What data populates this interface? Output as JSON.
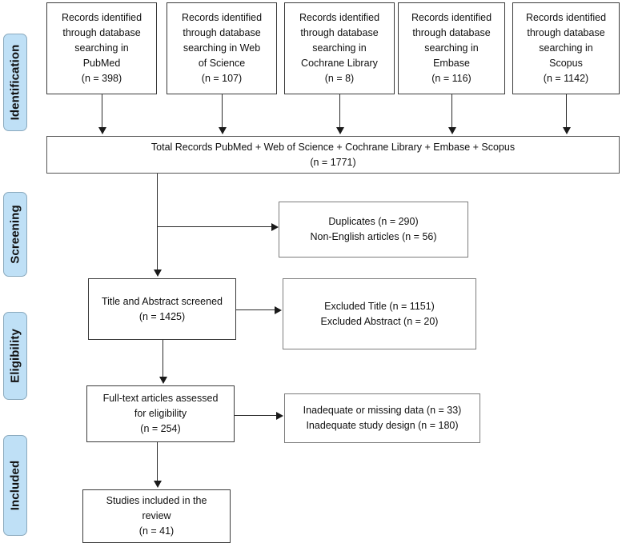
{
  "diagram": {
    "type": "prisma-flow-diagram",
    "colors": {
      "phase_fill": "#bfe0f6",
      "phase_border": "#8aa9bd",
      "box_border": "#3a3a3a",
      "connector": "#2b2b2b",
      "background": "#ffffff",
      "text": "#101010"
    },
    "phases": [
      {
        "id": "identification",
        "label": "Identification"
      },
      {
        "id": "screening",
        "label": "Screening"
      },
      {
        "id": "eligibility",
        "label": "Eligibility"
      },
      {
        "id": "included",
        "label": "Included"
      }
    ],
    "sources": [
      {
        "id": "pubmed",
        "lines": [
          "Records identified",
          "through database",
          "searching in",
          "PubMed",
          "(n = 398)"
        ],
        "database": "PubMed",
        "n": 398
      },
      {
        "id": "web-of-science",
        "lines": [
          "Records identified",
          "through database",
          "searching in Web",
          "of Science",
          "(n = 107)"
        ],
        "database": "Web of Science",
        "n": 107
      },
      {
        "id": "cochrane-library",
        "lines": [
          "Records identified",
          "through database",
          "searching in",
          "Cochrane Library",
          "(n = 8)"
        ],
        "database": "Cochrane Library",
        "n": 8
      },
      {
        "id": "embase",
        "lines": [
          "Records identified",
          "through database",
          "searching in",
          "Embase",
          "(n = 116)"
        ],
        "database": "Embase",
        "n": 116
      },
      {
        "id": "scopus",
        "lines": [
          "Records identified",
          "through database",
          "searching in",
          "Scopus",
          "(n = 1142)"
        ],
        "database": "Scopus",
        "n": 1142
      }
    ],
    "total_records": {
      "id": "total-records",
      "lines": [
        "Total Records PubMed + Web of Science + Cochrane Library + Embase + Scopus",
        "(n = 1771)"
      ],
      "n": 1771
    },
    "removed": {
      "id": "duplicates-and-non-english",
      "lines": [
        "Duplicates (n = 290)",
        "Non-English articles (n = 56)"
      ],
      "duplicates_n": 290,
      "non_english_n": 56
    },
    "screened": {
      "id": "title-abstract-screened",
      "lines": [
        "Title and Abstract screened",
        "(n = 1425)"
      ],
      "n": 1425
    },
    "excluded_screening": {
      "id": "excluded-title-abstract",
      "lines": [
        "Excluded Title (n = 1151)",
        "Excluded Abstract (n = 20)"
      ],
      "excluded_title_n": 1151,
      "excluded_abstract_n": 20
    },
    "fulltext": {
      "id": "full-text-assessed",
      "lines": [
        "Full-text articles assessed",
        "for eligibility",
        "(n = 254)"
      ],
      "n": 254
    },
    "excluded_fulltext": {
      "id": "excluded-full-text",
      "lines": [
        "Inadequate or missing data (n = 33)",
        "Inadequate study design (n = 180)"
      ],
      "inadequate_data_n": 33,
      "inadequate_design_n": 180
    },
    "included_studies": {
      "id": "studies-included",
      "lines": [
        "Studies included in the",
        "review",
        "(n = 41)"
      ],
      "n": 41
    }
  }
}
